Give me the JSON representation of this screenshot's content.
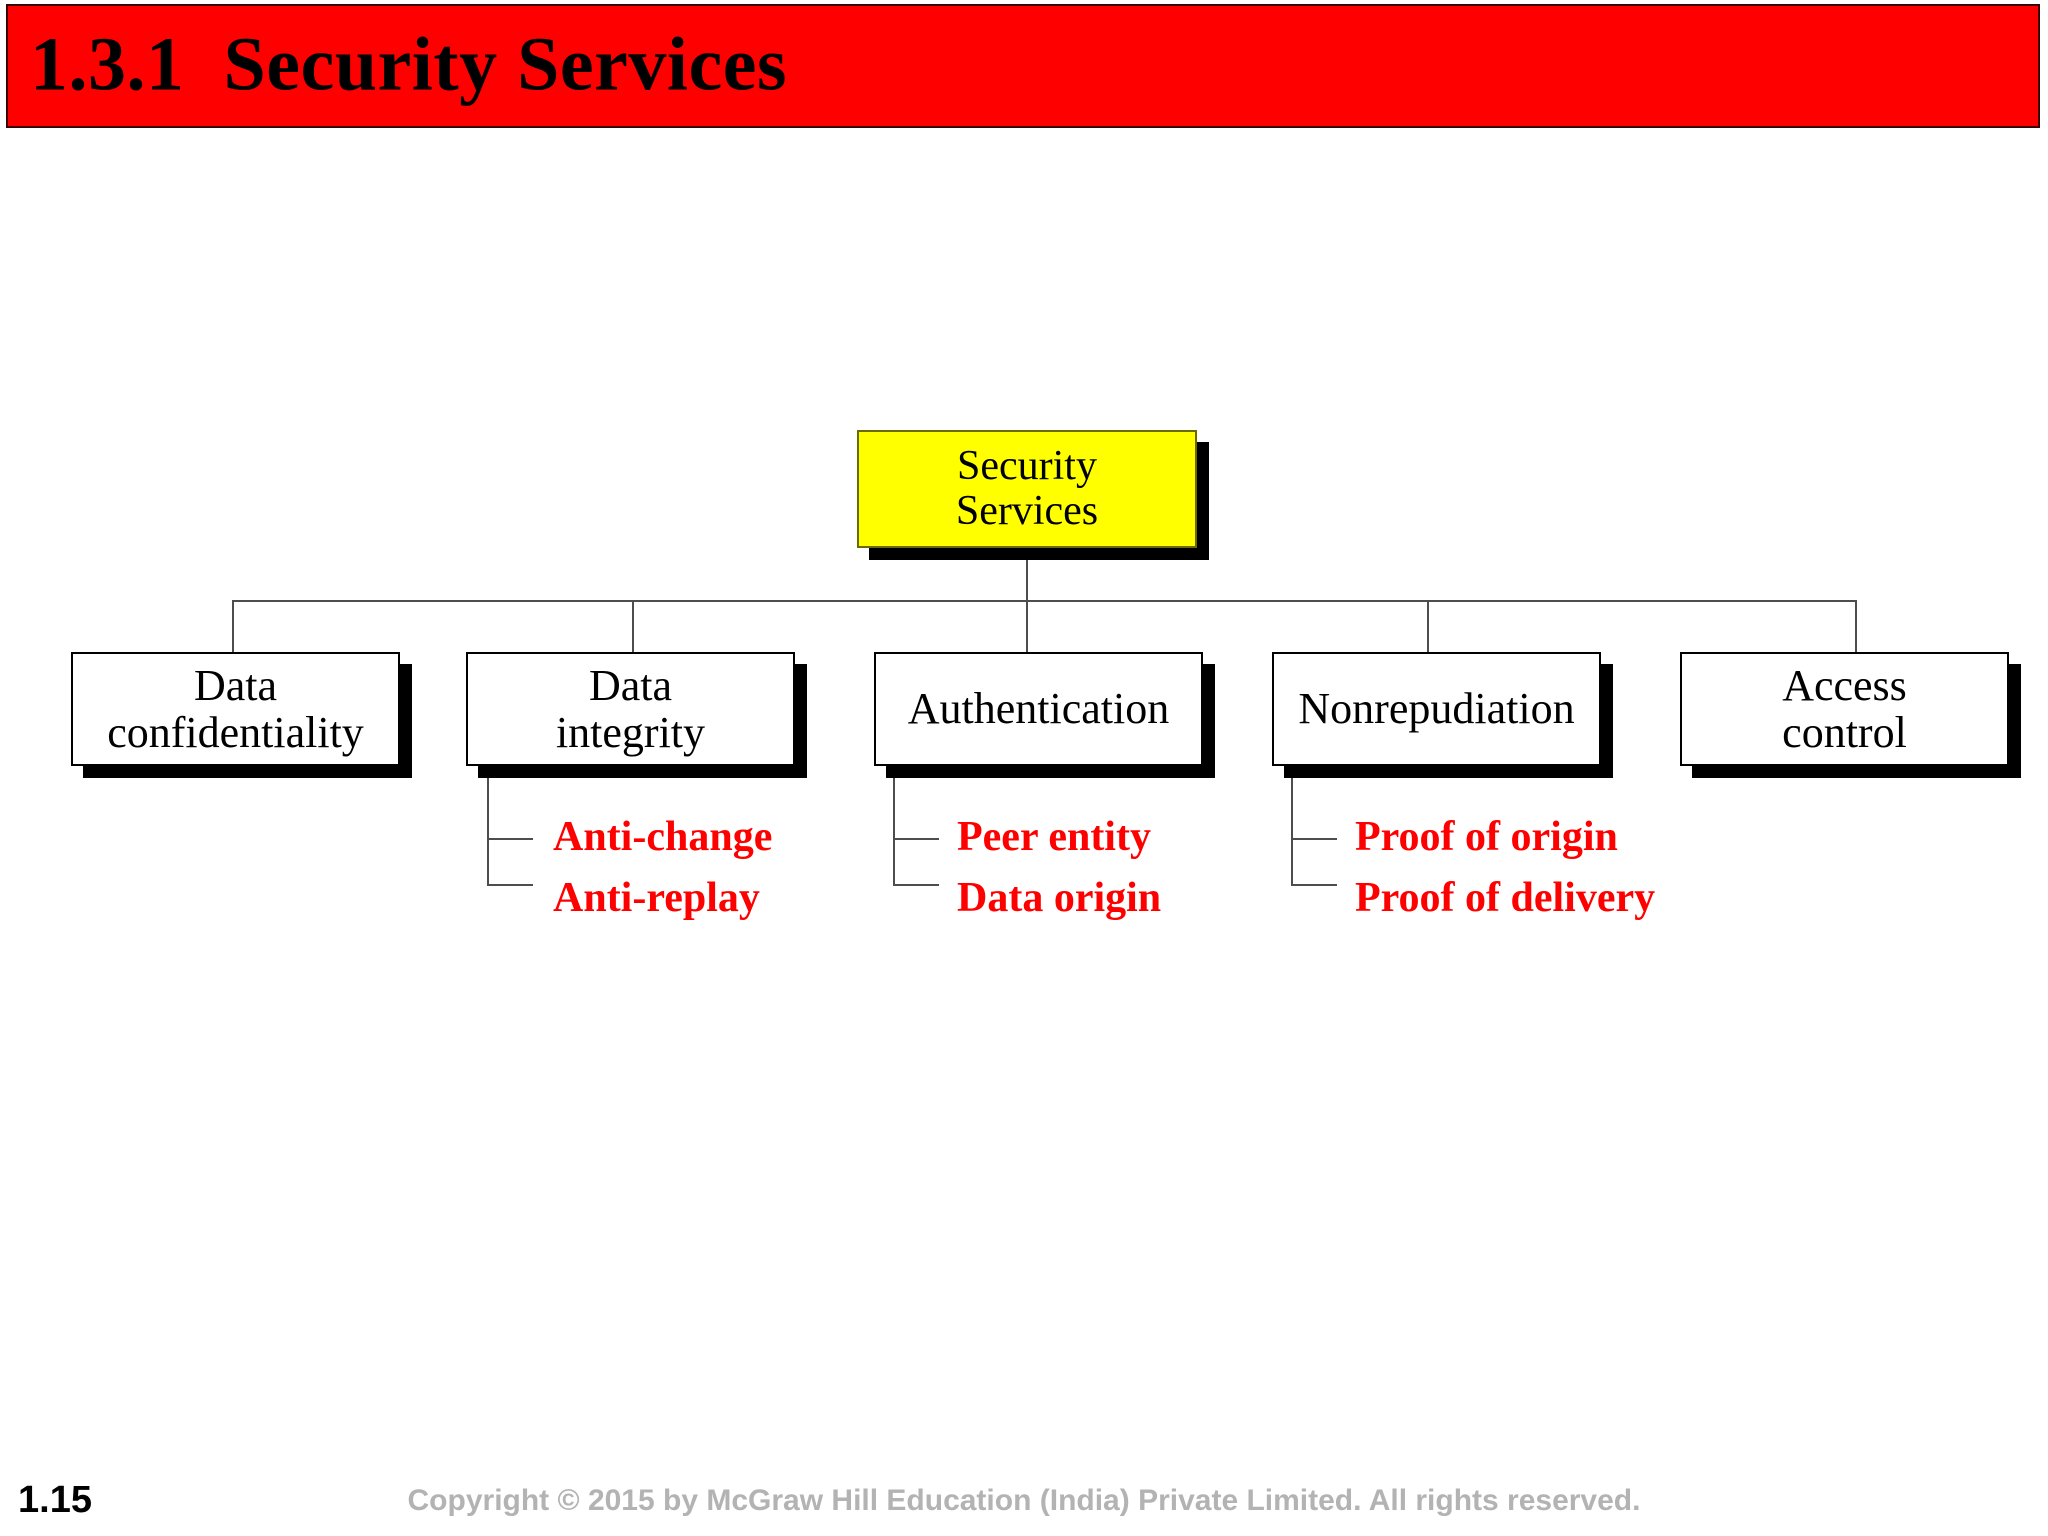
{
  "slide": {
    "title": "1.3.1  Security Services",
    "banner_color": "#ff0000",
    "page_number": "1.15",
    "copyright": "Copyright © 2015 by McGraw Hill Education (India) Private Limited. All rights reserved."
  },
  "chart_data": {
    "type": "diagram",
    "diagram_kind": "tree",
    "title": "Security Services",
    "root": {
      "label": "Security\nServices",
      "fill": "#ffff00",
      "text_color": "#000000"
    },
    "branches": [
      {
        "label": "Data\nconfidentiality",
        "fill": "#ffffff",
        "children": []
      },
      {
        "label": "Data\nintegrity",
        "fill": "#ffffff",
        "children": [
          "Anti-change",
          "Anti-replay"
        ]
      },
      {
        "label": "Authentication",
        "fill": "#ffffff",
        "children": [
          "Peer entity",
          "Data origin"
        ]
      },
      {
        "label": "Nonrepudiation",
        "fill": "#ffffff",
        "children": [
          "Proof of origin",
          "Proof of delivery"
        ]
      },
      {
        "label": "Access\ncontrol",
        "fill": "#ffffff",
        "children": []
      }
    ],
    "child_text_color": "#ff0000",
    "shadow_color": "#000000",
    "connector_color": "#4d4d4d"
  }
}
